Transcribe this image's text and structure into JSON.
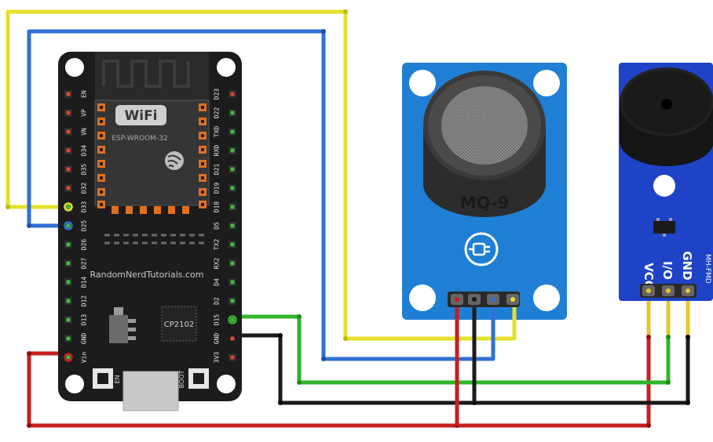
{
  "esp32": {
    "left_pins": [
      "EN",
      "VP",
      "VN",
      "D34",
      "D35",
      "D32",
      "D33",
      "D25",
      "D26",
      "D27",
      "D14",
      "D12",
      "D13",
      "GND",
      "Vin"
    ],
    "right_pins": [
      "D23",
      "D22",
      "TXD",
      "RXD",
      "D21",
      "D19",
      "D18",
      "D5",
      "TX2",
      "RX2",
      "D4",
      "D2",
      "D15",
      "GND",
      "3V3"
    ],
    "wifi_logo": "WiFi",
    "module_name": "ESP-WROOM-32",
    "brand": "RandomNerdTutorials.com",
    "usb_chip": "CP2102",
    "en_button": "EN",
    "boot_button": "BOOT"
  },
  "sensor": {
    "name": "MQ-9"
  },
  "buzzer": {
    "pins": [
      "VCC",
      "I/O",
      "GND"
    ],
    "model": "MH-FMD"
  },
  "wires": {
    "colors": {
      "yellow": "#e6e02a",
      "blue": "#2f6fd6",
      "red": "#c81e1e",
      "black": "#1a1a1a",
      "green": "#2fb52a"
    }
  }
}
